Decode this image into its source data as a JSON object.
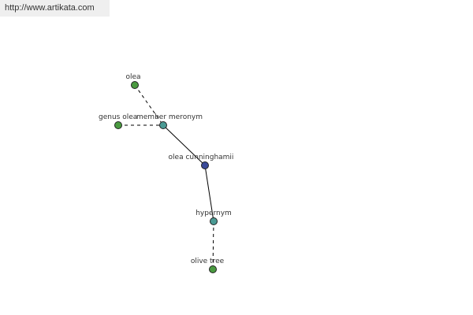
{
  "header": {
    "url": "http://www.artikata.com"
  },
  "colors": {
    "center_node": "#3a4a99",
    "relation_node": "#4a9a94",
    "leaf_node": "#4a9a40",
    "edge": "#000000"
  },
  "graph": {
    "nodes": [
      {
        "id": "olea",
        "label": "olea",
        "kind": "leaf"
      },
      {
        "id": "genus",
        "label": "genus olea",
        "kind": "leaf"
      },
      {
        "id": "member-meronym",
        "label": "member meronym",
        "kind": "relation"
      },
      {
        "id": "center",
        "label": "olea cunninghamii",
        "kind": "center"
      },
      {
        "id": "hypernym",
        "label": "hypernym",
        "kind": "relation"
      },
      {
        "id": "olive-tree",
        "label": "olive tree",
        "kind": "leaf"
      }
    ],
    "edges": [
      {
        "from": "olea",
        "to": "member-meronym",
        "style": "dashed"
      },
      {
        "from": "genus",
        "to": "member-meronym",
        "style": "dashed"
      },
      {
        "from": "member-meronym",
        "to": "center",
        "style": "solid"
      },
      {
        "from": "center",
        "to": "hypernym",
        "style": "solid"
      },
      {
        "from": "hypernym",
        "to": "olive-tree",
        "style": "dashed"
      }
    ]
  }
}
